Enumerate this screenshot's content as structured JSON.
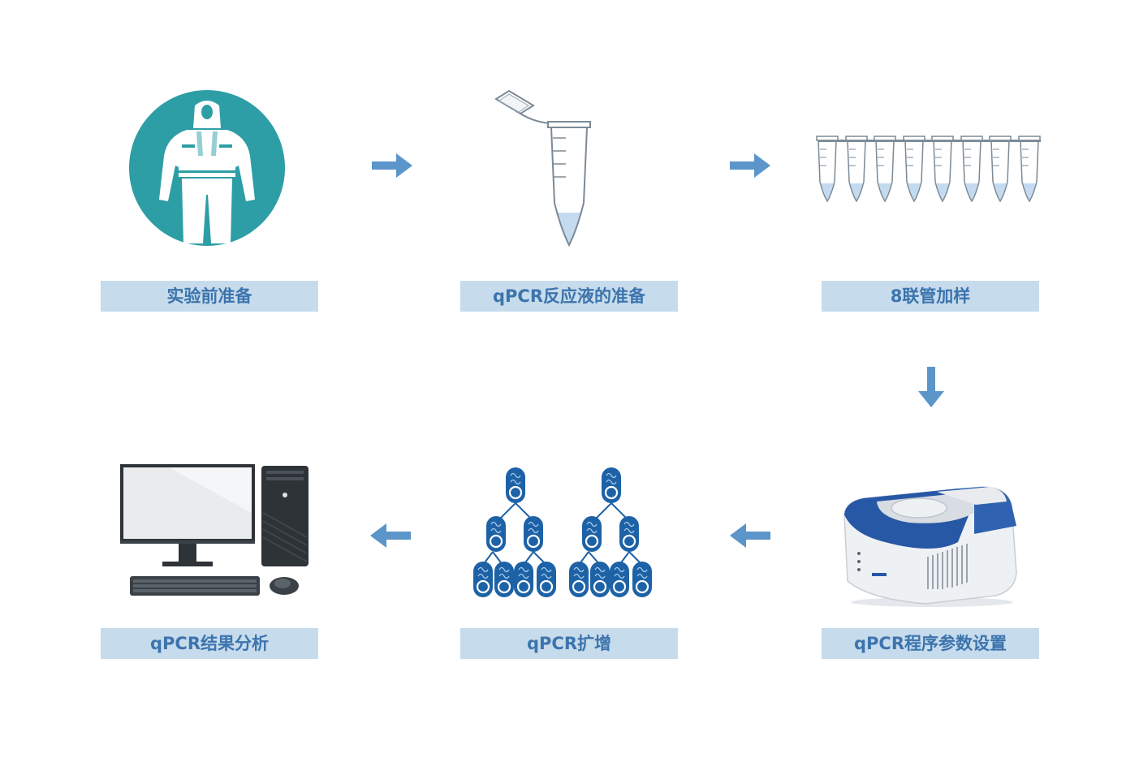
{
  "steps": [
    {
      "id": "prep",
      "label": "实验前准备"
    },
    {
      "id": "reagent",
      "label": "qPCR反应液的准备"
    },
    {
      "id": "loading",
      "label": "8联管加样"
    },
    {
      "id": "program",
      "label": "qPCR程序参数设置"
    },
    {
      "id": "amplify",
      "label": "qPCR扩增"
    },
    {
      "id": "analysis",
      "label": "qPCR结果分析"
    }
  ],
  "colors": {
    "label_bg": "#c6dbec",
    "label_text": "#3c74ad",
    "arrow": "#5b95c9",
    "teal": "#2d9ea5",
    "cell_blue": "#1d62a6"
  },
  "icons": {
    "prep": "protective-suit-icon",
    "reagent": "pcr-tube-icon",
    "loading": "eight-strip-tubes-icon",
    "program": "qpcr-instrument-icon",
    "amplify": "dna-amplification-icon",
    "analysis": "desktop-computer-icon"
  }
}
